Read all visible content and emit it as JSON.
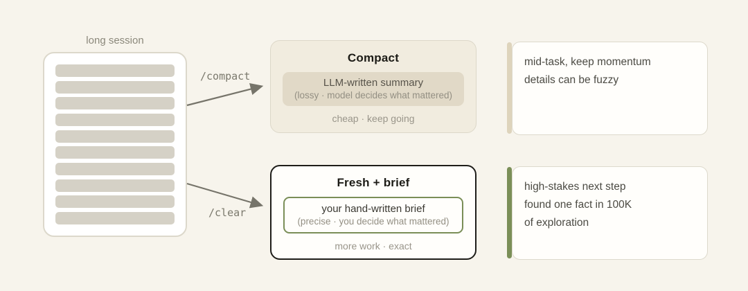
{
  "canvas": {
    "background": "#f7f4ec"
  },
  "session": {
    "label": "long session",
    "line_count": 10,
    "bar_color": "#d5d1c6"
  },
  "commands": {
    "compact_label": "/compact",
    "clear_label": "/clear",
    "arrow_color": "#76746a"
  },
  "compact_card": {
    "title": "Compact",
    "chip_title": "LLM-written summary",
    "chip_note": "(lossy · model decides what mattered)",
    "footer": "cheap · keep going",
    "background": "#f1ecdf",
    "chip_background": "#e1d9c7"
  },
  "fresh_card": {
    "title": "Fresh + brief",
    "chip_title": "your hand-written brief",
    "chip_note": "(precise · you decide what mattered)",
    "footer": "more work · exact",
    "border_color": "#1e1d19",
    "chip_border_color": "#7a8e57"
  },
  "notes": [
    {
      "accent_color": "#ded4bc",
      "lines": [
        "mid-task, keep momentum",
        "details can be fuzzy"
      ]
    },
    {
      "accent_color": "#7b8f58",
      "lines": [
        "high-stakes next step",
        "found one fact in 100K",
        "of exploration"
      ]
    }
  ]
}
